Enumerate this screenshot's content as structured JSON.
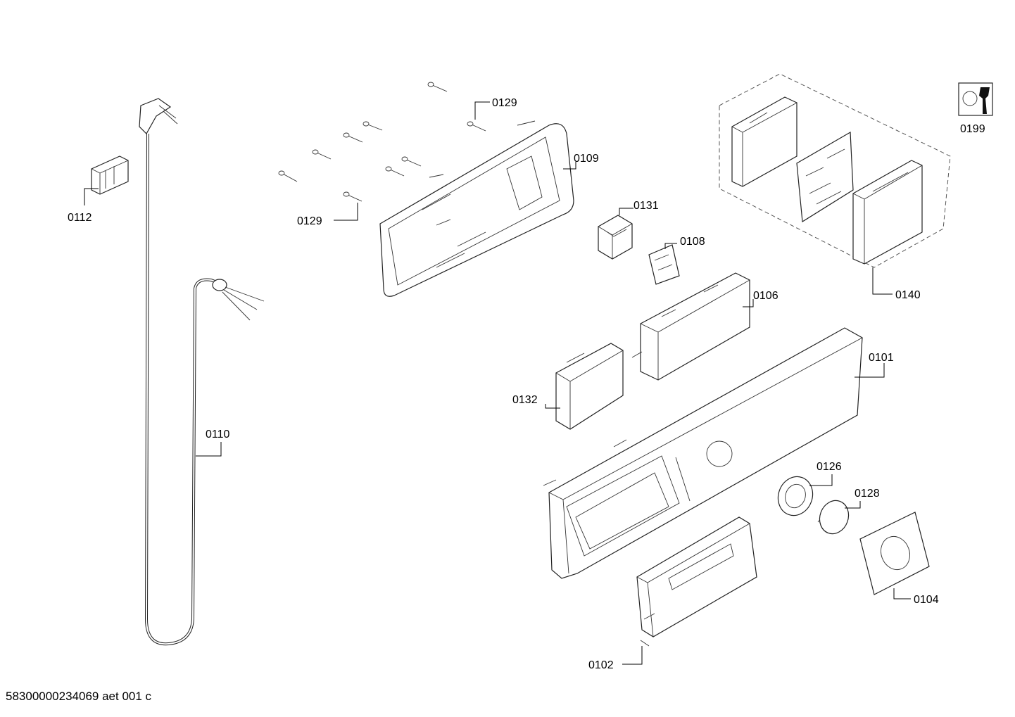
{
  "document_id": "58300000234069 aet 001 c",
  "labels": {
    "p0112": "0112",
    "p0110": "0110",
    "p0129a": "0129",
    "p0129b": "0129",
    "p0109": "0109",
    "p0131": "0131",
    "p0108": "0108",
    "p0106": "0106",
    "p0140": "0140",
    "p0199": "0199",
    "p0132": "0132",
    "p0101": "0101",
    "p0126": "0126",
    "p0128": "0128",
    "p0104": "0104",
    "p0102": "0102"
  }
}
